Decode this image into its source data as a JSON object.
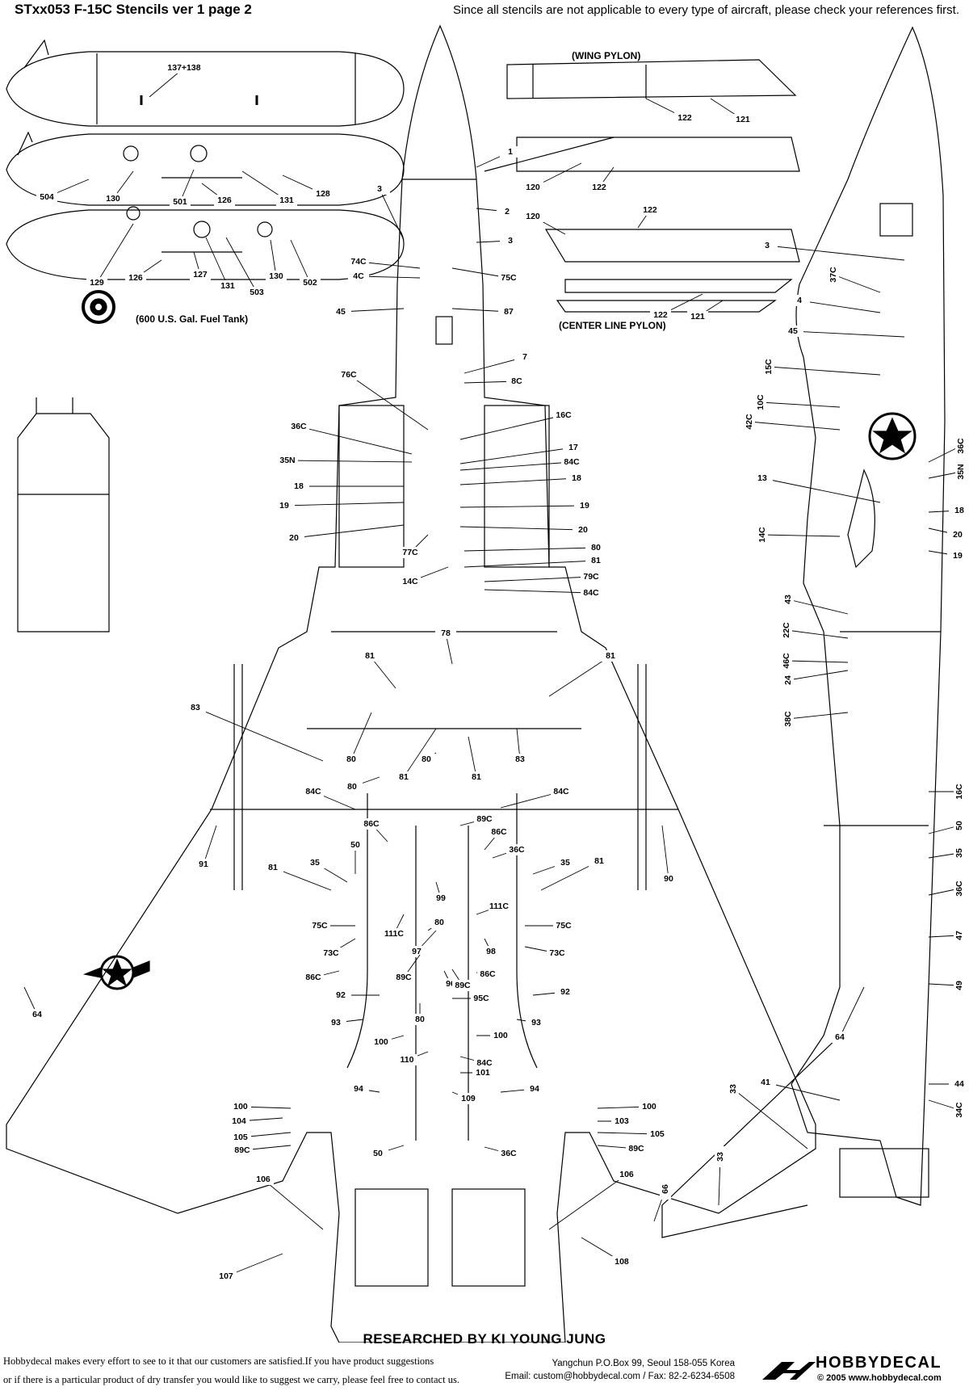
{
  "header": {
    "title": "STxx053 F-15C Stencils ver 1 page 2",
    "note": "Since all stencils are not applicable to every type of aircraft, please check your references first."
  },
  "captions": {
    "wing_pylon": "(WING PYLON)",
    "center_pylon": "(CENTER LINE PYLON)",
    "fuel_tank": "(600 U.S. Gal. Fuel Tank)"
  },
  "credit": "RESEARCHED BY KI YOUNG JUNG",
  "footer": {
    "line1": "Hobbydecal makes every effort to see to it that our customers are satisfied.If you have product suggestions",
    "line2": "or if there is a particular product of dry transfer you would like to suggest we carry,  please feel free to contact us.",
    "address": "Yangchun P.O.Box 99, Seoul 158-055 Korea",
    "contact": "Email: custom@hobbydecal.com / Fax: 82-2-6234-6508",
    "brand": "HOBBYDECAL",
    "copyright": "© 2005 www.hobbydecal.com"
  },
  "callouts": [
    {
      "t": "137+138"
    },
    {
      "t": "504"
    },
    {
      "t": "130"
    },
    {
      "t": "501"
    },
    {
      "t": "126"
    },
    {
      "t": "131"
    },
    {
      "t": "128"
    },
    {
      "t": "129"
    },
    {
      "t": "126"
    },
    {
      "t": "127"
    },
    {
      "t": "131"
    },
    {
      "t": "503"
    },
    {
      "t": "130"
    },
    {
      "t": "502"
    },
    {
      "t": "122"
    },
    {
      "t": "121"
    },
    {
      "t": "120"
    },
    {
      "t": "122"
    },
    {
      "t": "120"
    },
    {
      "t": "122"
    },
    {
      "t": "122"
    },
    {
      "t": "121"
    },
    {
      "t": "1"
    },
    {
      "t": "2"
    },
    {
      "t": "3"
    },
    {
      "t": "3"
    },
    {
      "t": "74C"
    },
    {
      "t": "4C"
    },
    {
      "t": "75C"
    },
    {
      "t": "45"
    },
    {
      "t": "87"
    },
    {
      "t": "7"
    },
    {
      "t": "8C"
    },
    {
      "t": "76C"
    },
    {
      "t": "16C"
    },
    {
      "t": "36C"
    },
    {
      "t": "17"
    },
    {
      "t": "35N"
    },
    {
      "t": "84C"
    },
    {
      "t": "18"
    },
    {
      "t": "18"
    },
    {
      "t": "19"
    },
    {
      "t": "19"
    },
    {
      "t": "20"
    },
    {
      "t": "20"
    },
    {
      "t": "77C"
    },
    {
      "t": "80"
    },
    {
      "t": "81"
    },
    {
      "t": "14C"
    },
    {
      "t": "79C"
    },
    {
      "t": "84C"
    },
    {
      "t": "78"
    },
    {
      "t": "81"
    },
    {
      "t": "81"
    },
    {
      "t": "83"
    },
    {
      "t": "80"
    },
    {
      "t": "80"
    },
    {
      "t": "83"
    },
    {
      "t": "81"
    },
    {
      "t": "81"
    },
    {
      "t": "80"
    },
    {
      "t": "84C"
    },
    {
      "t": "84C"
    },
    {
      "t": "89C"
    },
    {
      "t": "86C"
    },
    {
      "t": "86C"
    },
    {
      "t": "36C"
    },
    {
      "t": "91"
    },
    {
      "t": "50"
    },
    {
      "t": "35"
    },
    {
      "t": "35"
    },
    {
      "t": "90"
    },
    {
      "t": "81"
    },
    {
      "t": "81"
    },
    {
      "t": "99"
    },
    {
      "t": "111C"
    },
    {
      "t": "80"
    },
    {
      "t": "75C"
    },
    {
      "t": "75C"
    },
    {
      "t": "111C"
    },
    {
      "t": "73C"
    },
    {
      "t": "97"
    },
    {
      "t": "98"
    },
    {
      "t": "73C"
    },
    {
      "t": "86C"
    },
    {
      "t": "89C"
    },
    {
      "t": "96"
    },
    {
      "t": "89C"
    },
    {
      "t": "86C"
    },
    {
      "t": "64"
    },
    {
      "t": "92"
    },
    {
      "t": "95C"
    },
    {
      "t": "92"
    },
    {
      "t": "93"
    },
    {
      "t": "80"
    },
    {
      "t": "93"
    },
    {
      "t": "100"
    },
    {
      "t": "100"
    },
    {
      "t": "110"
    },
    {
      "t": "84C"
    },
    {
      "t": "101"
    },
    {
      "t": "94"
    },
    {
      "t": "109"
    },
    {
      "t": "94"
    },
    {
      "t": "100"
    },
    {
      "t": "100"
    },
    {
      "t": "104"
    },
    {
      "t": "103"
    },
    {
      "t": "105"
    },
    {
      "t": "105"
    },
    {
      "t": "89C"
    },
    {
      "t": "89C"
    },
    {
      "t": "50"
    },
    {
      "t": "36C"
    },
    {
      "t": "106"
    },
    {
      "t": "106"
    },
    {
      "t": "107"
    },
    {
      "t": "108"
    },
    {
      "t": "66"
    },
    {
      "t": "33"
    },
    {
      "t": "33"
    },
    {
      "t": "41"
    },
    {
      "t": "3"
    },
    {
      "t": "37C"
    },
    {
      "t": "4"
    },
    {
      "t": "45"
    },
    {
      "t": "15C"
    },
    {
      "t": "10C"
    },
    {
      "t": "42C"
    },
    {
      "t": "36C"
    },
    {
      "t": "35N"
    },
    {
      "t": "13"
    },
    {
      "t": "18"
    },
    {
      "t": "20"
    },
    {
      "t": "14C"
    },
    {
      "t": "19"
    },
    {
      "t": "43"
    },
    {
      "t": "22C"
    },
    {
      "t": "46C"
    },
    {
      "t": "24"
    },
    {
      "t": "38C"
    },
    {
      "t": "16C"
    },
    {
      "t": "50"
    },
    {
      "t": "35"
    },
    {
      "t": "36C"
    },
    {
      "t": "47"
    },
    {
      "t": "49"
    },
    {
      "t": "64"
    },
    {
      "t": "44"
    },
    {
      "t": "34C"
    }
  ]
}
